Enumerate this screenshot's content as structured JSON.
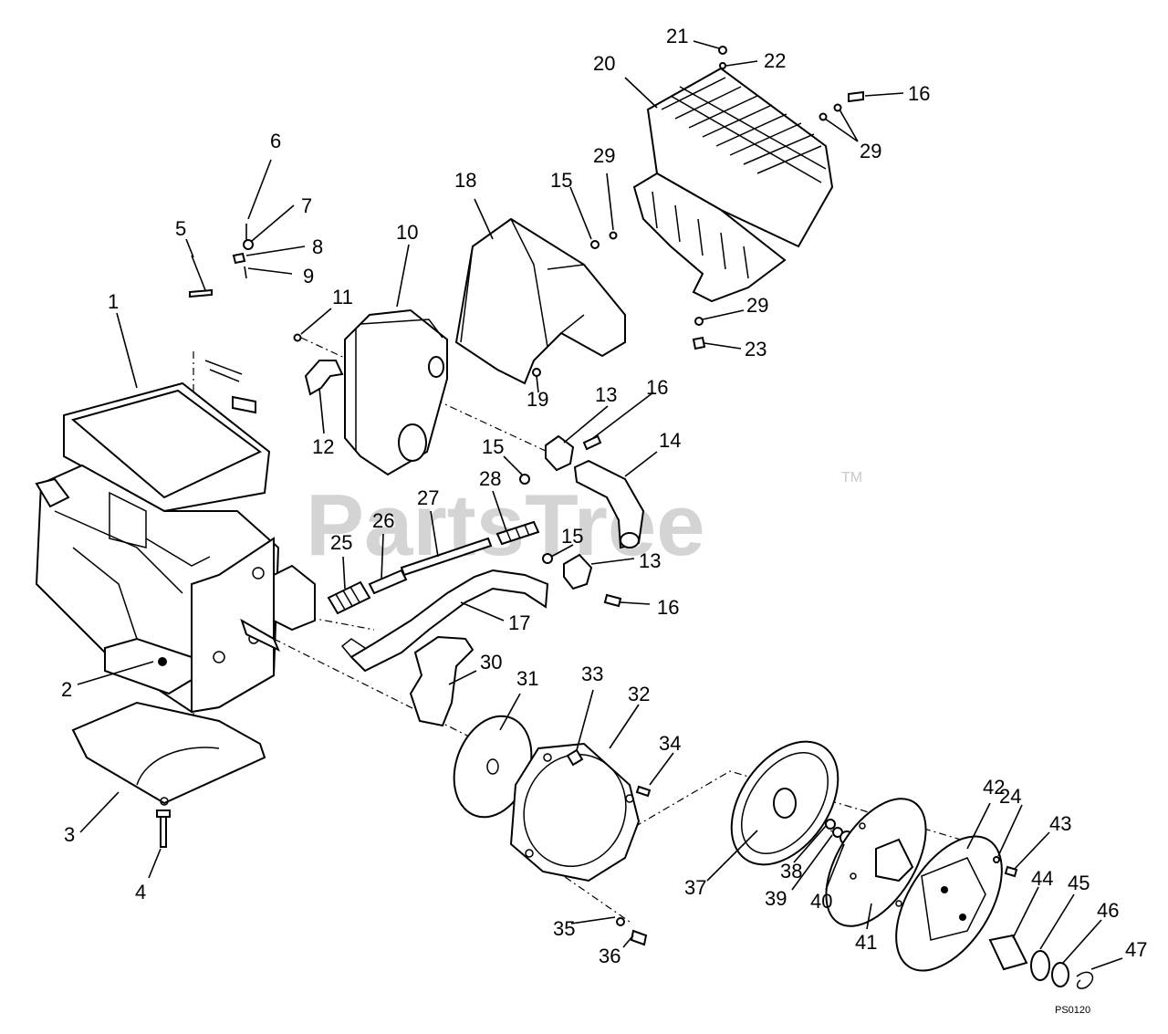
{
  "watermark": {
    "text": "PartsTree",
    "trademark": "TM"
  },
  "diagram_code": "PS0120",
  "callouts": [
    {
      "id": "c1",
      "text": "1"
    },
    {
      "id": "c2",
      "text": "2"
    },
    {
      "id": "c3",
      "text": "3"
    },
    {
      "id": "c4",
      "text": "4"
    },
    {
      "id": "c5",
      "text": "5"
    },
    {
      "id": "c6",
      "text": "6"
    },
    {
      "id": "c7",
      "text": "7"
    },
    {
      "id": "c8",
      "text": "8"
    },
    {
      "id": "c9",
      "text": "9"
    },
    {
      "id": "c10",
      "text": "10"
    },
    {
      "id": "c11",
      "text": "11"
    },
    {
      "id": "c12",
      "text": "12"
    },
    {
      "id": "c13a",
      "text": "13"
    },
    {
      "id": "c13b",
      "text": "13"
    },
    {
      "id": "c14",
      "text": "14"
    },
    {
      "id": "c15a",
      "text": "15"
    },
    {
      "id": "c15b",
      "text": "15"
    },
    {
      "id": "c15c",
      "text": "15"
    },
    {
      "id": "c16a",
      "text": "16"
    },
    {
      "id": "c16b",
      "text": "16"
    },
    {
      "id": "c16c",
      "text": "16"
    },
    {
      "id": "c17",
      "text": "17"
    },
    {
      "id": "c18",
      "text": "18"
    },
    {
      "id": "c19",
      "text": "19"
    },
    {
      "id": "c20",
      "text": "20"
    },
    {
      "id": "c21",
      "text": "21"
    },
    {
      "id": "c22",
      "text": "22"
    },
    {
      "id": "c23",
      "text": "23"
    },
    {
      "id": "c24",
      "text": "24"
    },
    {
      "id": "c25",
      "text": "25"
    },
    {
      "id": "c26",
      "text": "26"
    },
    {
      "id": "c27",
      "text": "27"
    },
    {
      "id": "c28",
      "text": "28"
    },
    {
      "id": "c29a",
      "text": "29"
    },
    {
      "id": "c29b",
      "text": "29"
    },
    {
      "id": "c29c",
      "text": "29"
    },
    {
      "id": "c30",
      "text": "30"
    },
    {
      "id": "c31",
      "text": "31"
    },
    {
      "id": "c32",
      "text": "32"
    },
    {
      "id": "c33",
      "text": "33"
    },
    {
      "id": "c34",
      "text": "34"
    },
    {
      "id": "c35",
      "text": "35"
    },
    {
      "id": "c36",
      "text": "36"
    },
    {
      "id": "c37",
      "text": "37"
    },
    {
      "id": "c38",
      "text": "38"
    },
    {
      "id": "c39",
      "text": "39"
    },
    {
      "id": "c40",
      "text": "40"
    },
    {
      "id": "c41",
      "text": "41"
    },
    {
      "id": "c42",
      "text": "42"
    },
    {
      "id": "c43",
      "text": "43"
    },
    {
      "id": "c44",
      "text": "44"
    },
    {
      "id": "c45",
      "text": "45"
    },
    {
      "id": "c46",
      "text": "46"
    },
    {
      "id": "c47",
      "text": "47"
    }
  ]
}
